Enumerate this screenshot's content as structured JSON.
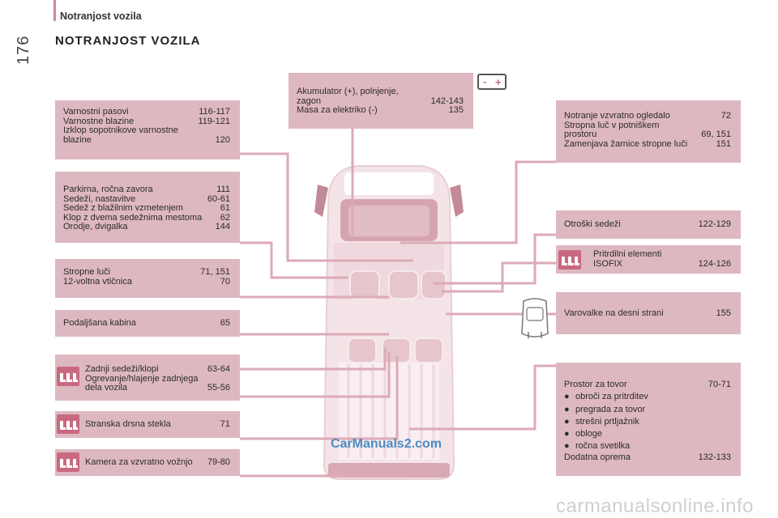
{
  "header": {
    "title": "Notranjost vozila",
    "page_number": "176",
    "section_title": "NOTRANJOST VOZILA"
  },
  "left_boxes": {
    "seatbelts": {
      "rows": [
        {
          "label": "Varnostni pasovi",
          "pages": "116-117"
        },
        {
          "label": "Varnostne blazine",
          "pages": "119-121"
        },
        {
          "label": "Izklop sopotnikove varnostne",
          "pages": ""
        },
        {
          "label": "blazine",
          "pages": "120"
        }
      ]
    },
    "parking": {
      "rows": [
        {
          "label": "Parkirna, ročna zavora",
          "pages": "111"
        },
        {
          "label": "Sedeži, nastavitve",
          "pages": "60-61"
        },
        {
          "label": "Sedež z blažilnim vzmetenjem",
          "pages": "61"
        },
        {
          "label": "Klop z dvema sedežnima mestoma",
          "pages": "62"
        },
        {
          "label": "Orodje, dvigalka",
          "pages": "144"
        }
      ]
    },
    "ceiling_lights": {
      "rows": [
        {
          "label": "Stropne luči",
          "pages": "71, 151"
        },
        {
          "label": "12-voltna vtičnica",
          "pages": "70"
        }
      ]
    },
    "extended_cab": {
      "rows": [
        {
          "label": "Podaljšana kabina",
          "pages": "65"
        }
      ]
    },
    "rear_seats": {
      "rows": [
        {
          "label": "Zadnji sedeži/klopi",
          "pages": "63-64"
        },
        {
          "label": "Ogrevanje/hlajenje zadnjega",
          "pages": ""
        },
        {
          "label": "dela vozila",
          "pages": "55-56"
        }
      ]
    },
    "sliding_windows": {
      "rows": [
        {
          "label": "Stranska drsna stekla",
          "pages": "71"
        }
      ]
    },
    "reversing_camera": {
      "rows": [
        {
          "label": "Kamera za vzvratno vožnjo",
          "pages": "79-80"
        }
      ]
    }
  },
  "center_box": {
    "rows": [
      {
        "label": "Akumulator (+), polnjenje,",
        "pages": ""
      },
      {
        "label": "zagon",
        "pages": "142-143"
      },
      {
        "label": "Masa za elektriko (-)",
        "pages": "135"
      }
    ]
  },
  "right_boxes": {
    "mirror": {
      "rows": [
        {
          "label": "Notranje vzvratno ogledalo",
          "pages": "72"
        },
        {
          "label": "Stropna luč v potniškem",
          "pages": ""
        },
        {
          "label": "prostoru",
          "pages": "69, 151"
        },
        {
          "label": "Zamenjava žarnice stropne luči",
          "pages": "151"
        }
      ]
    },
    "child_seats": {
      "rows": [
        {
          "label": "Otroški sedeži",
          "pages": "122-129"
        }
      ]
    },
    "isofix": {
      "rows": [
        {
          "label": "Pritrdilni elementi",
          "pages": ""
        },
        {
          "label": "ISOFIX",
          "pages": "124-126"
        }
      ]
    },
    "right_protectors": {
      "rows": [
        {
          "label": "Varovalke na desni strani",
          "pages": "155"
        }
      ]
    },
    "cargo": {
      "title": {
        "label": "Prostor za tovor",
        "pages": "70-71"
      },
      "bullets": [
        "obroči za pritrditev",
        "pregrada za tovor",
        "strešni prtljažnik",
        "obloge",
        "ročna svetilka"
      ],
      "footer": {
        "label": "Dodatna oprema",
        "pages": "132-133"
      },
      "bullet_symbol": "●"
    }
  },
  "icons": {
    "seat_icon": "seat-row-icon",
    "battery": "battery-icon",
    "isofix_seat": "child-seat-icon"
  },
  "watermarks": {
    "middle": "CarManuals2.com",
    "bottom": "carmanualsonline.info"
  },
  "colors": {
    "box_fill": "#deb8c1",
    "leader_line": "#dcaab7",
    "icon_fill": "#c9697f"
  }
}
